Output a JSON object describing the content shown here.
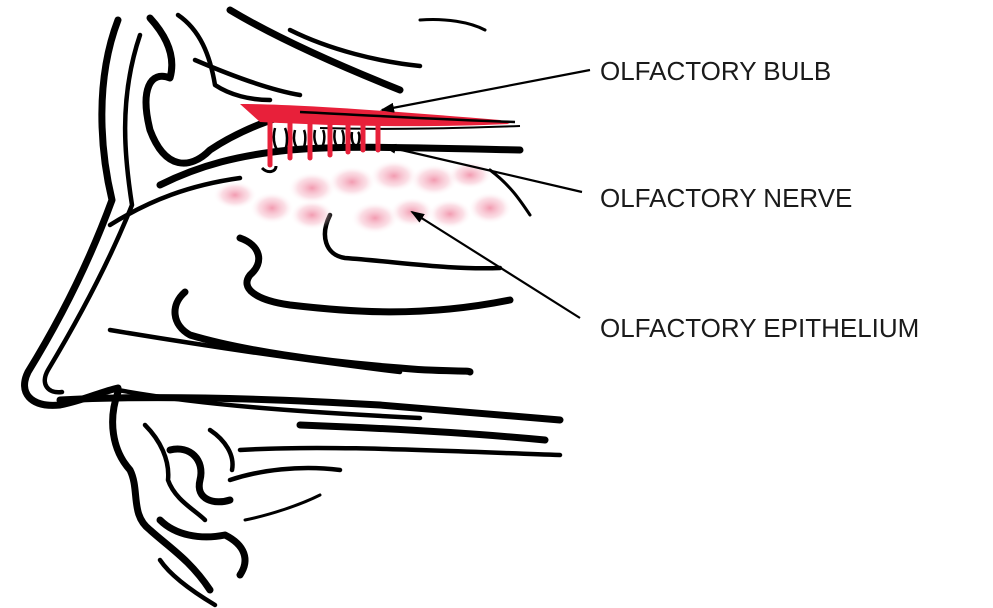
{
  "labels": {
    "bulb": "OLFACTORY BULB",
    "nerve": "OLFACTORY NERVE",
    "epithelium": "OLFACTORY EPITHELIUM"
  },
  "colors": {
    "highlight": "#e8203a",
    "epithelium_glow": "#f4a5b8",
    "line": "#000000",
    "text": "#1a1a1a"
  }
}
